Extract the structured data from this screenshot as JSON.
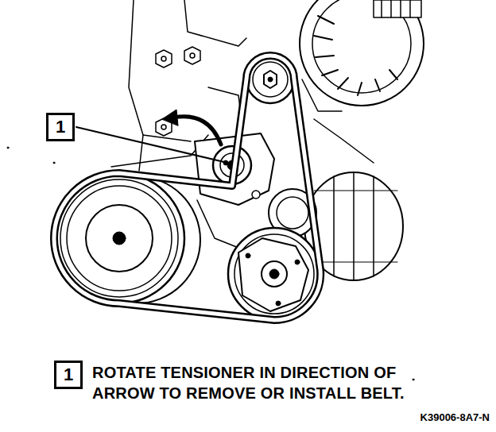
{
  "diagram": {
    "nodes": [
      {
        "text": [
          "1"
        ]
      },
      {
        "text": [
          "1"
        ]
      }
    ],
    "labels": [
      "ROTATE TENSIONER IN DIRECTION OF ARROW TO REMOVE OR INSTALL BELT.",
      "K39006-8A7-N"
    ]
  }
}
